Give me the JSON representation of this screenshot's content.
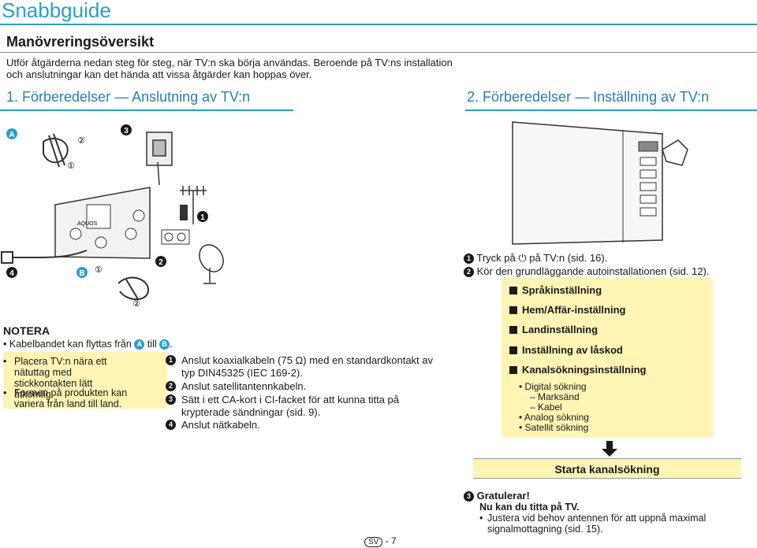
{
  "page": {
    "title": "Snabbguide",
    "section_title": "Manövreringsöversikt",
    "intro": "Utför åtgärderna nedan steg för steg, när TV:n ska börja användas. Beroende på TV:ns installation och anslutningar kan det hända att vissa åtgärder kan hoppas över.",
    "step1_heading": "1. Förberedelser — Anslutning av TV:n",
    "step2_heading": "2. Förberedelser — Inställning av TV:n"
  },
  "diagram": {
    "labels": {
      "A": "A",
      "B": "B",
      "n1": "1",
      "n2": "2",
      "n3": "3",
      "n4": "4",
      "circ1": "①",
      "circ2": "②",
      "model": "AQUOS"
    }
  },
  "notes": {
    "heading": "NOTERA",
    "cable_tie_pre": "Kabelbandet kan flyttas från",
    "cable_tie_mid": "till",
    "cable_tie_from": "A",
    "cable_tie_to": "B",
    "bullet1": "Placera TV:n nära ett nätuttag med stickkontakten lätt åtkomlig.",
    "bullet2": "Formen på produkten kan variera från land till land."
  },
  "connection_steps": [
    {
      "num": "1",
      "text": "Anslut koaxialkabeln (75 Ω) med en standardkontakt av typ DIN45325 (IEC 169-2)."
    },
    {
      "num": "2",
      "text": "Anslut satellitantennkabeln."
    },
    {
      "num": "3",
      "text": "Sätt i ett CA-kort i CI-facket för att kunna titta på krypterade sändningar (sid. 9)."
    },
    {
      "num": "4",
      "text": "Anslut nätkabeln."
    }
  ],
  "setup_steps": {
    "step1_pre": "Tryck på",
    "step1_post": "på TV:n (sid. 16).",
    "step2": "Kör den grundläggande autoinstallationen (sid. 12).",
    "step3_title": "Gratulerar!",
    "step3_sub": "Nu kan du titta på TV.",
    "step3_bullet": "Justera vid behov antennen för att uppnå maximal signalmottagning (sid. 15)."
  },
  "settings": {
    "items": [
      "Språkinställning",
      "Hem/Affär-inställning",
      "Landinställning",
      "Inställning av låskod",
      "Kanalsökningsinställning"
    ],
    "sub": [
      "Digital sökning",
      "Marksänd",
      "Kabel",
      "Analog sökning",
      "Satellit sökning"
    ],
    "start": "Starta kanalsökning"
  },
  "footer": {
    "lang": "SV",
    "page": "- 7"
  },
  "colors": {
    "accent": "#2aa0c8",
    "panel": "#fff4b3"
  }
}
